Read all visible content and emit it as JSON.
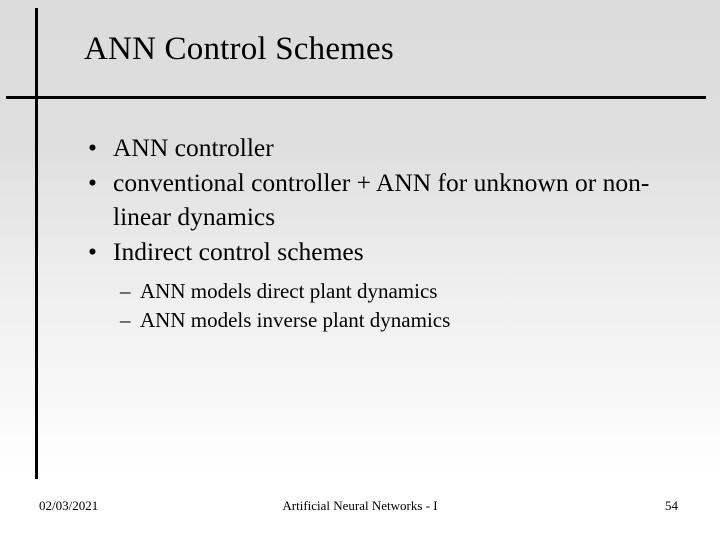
{
  "slide": {
    "title": "ANN Control Schemes",
    "background": {
      "top_color": "#dcdcdc",
      "bottom_color": "#ffffff",
      "rule_color": "#000000"
    },
    "bullets": [
      {
        "marker": "•",
        "text": "ANN controller"
      },
      {
        "marker": "•",
        "text": "conventional controller + ANN for unknown or non-linear dynamics"
      },
      {
        "marker": "•",
        "text": "Indirect control schemes"
      }
    ],
    "sub_bullets": [
      {
        "marker": "–",
        "text": "ANN models direct plant dynamics"
      },
      {
        "marker": "–",
        "text": "ANN models inverse plant dynamics"
      }
    ],
    "footer": {
      "date": "02/03/2021",
      "center": "Artificial Neural Networks - I",
      "page": "54"
    }
  }
}
